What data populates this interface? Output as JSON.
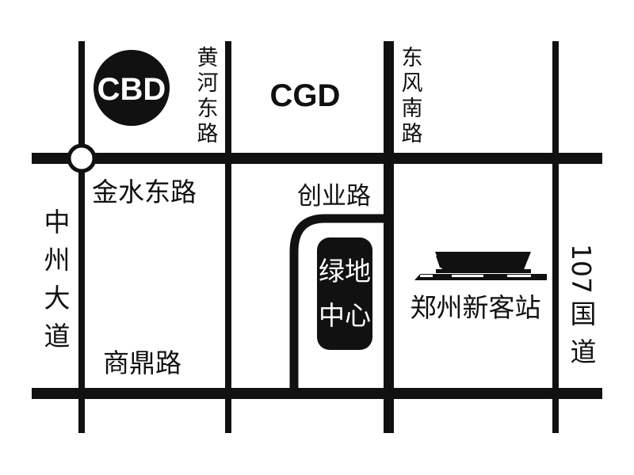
{
  "colors": {
    "road": "#111111",
    "background": "#ffffff",
    "inverse_text": "#ffffff"
  },
  "landmarks": {
    "cbd": "CBD",
    "cgd": "CGD",
    "greenland_line1": "绿地",
    "greenland_line2": "中心",
    "station": "郑州新客站",
    "station_icon": "railway-station-icon"
  },
  "roads": {
    "huanghe_east": [
      "黄",
      "河",
      "东",
      "路"
    ],
    "dongfeng_south": [
      "东",
      "风",
      "南",
      "路"
    ],
    "jinshui_east": "金水东路",
    "chuangye": "创业路",
    "zhongzhou": [
      "中",
      "州",
      "大",
      "道"
    ],
    "shangding": "商鼎路",
    "national_107": [
      "107",
      "国",
      "道"
    ]
  }
}
